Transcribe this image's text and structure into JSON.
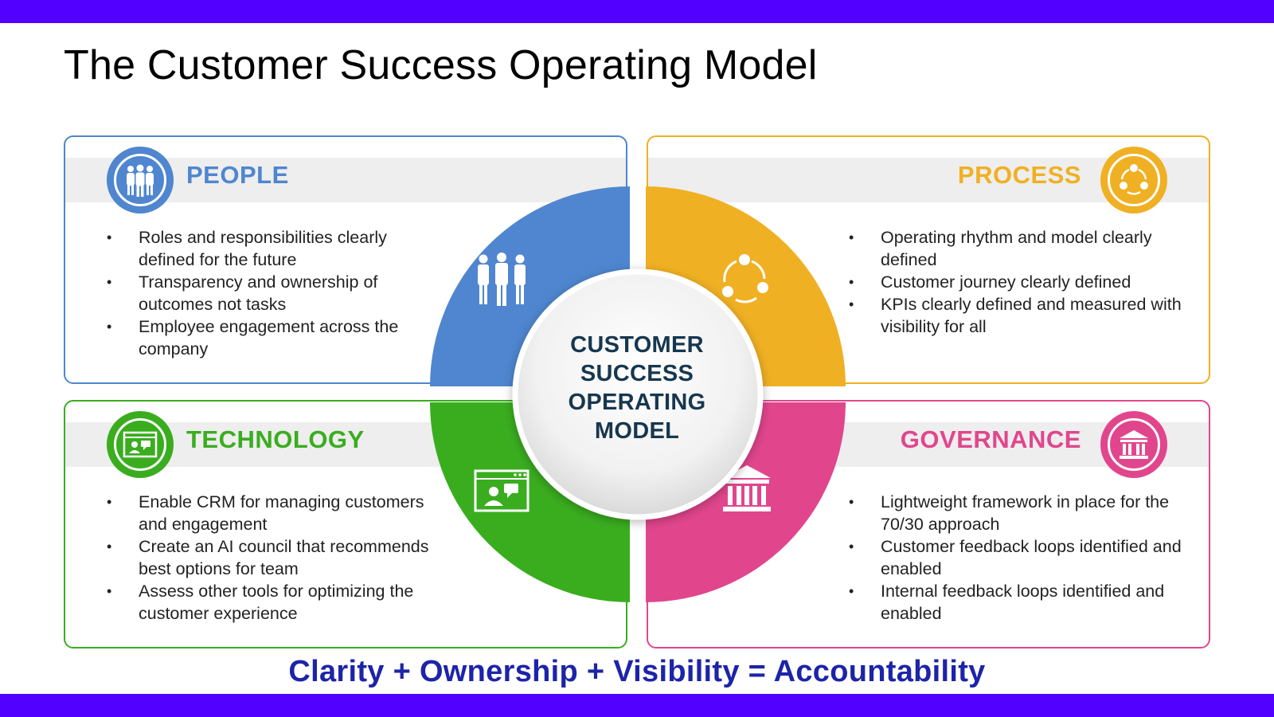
{
  "title": "The Customer Success Operating Model",
  "center": {
    "lines": [
      "CUSTOMER",
      "SUCCESS",
      "OPERATING",
      "MODEL"
    ]
  },
  "quadrants": {
    "people": {
      "heading": "PEOPLE",
      "color": "#4f86cf",
      "icon": "people-icon",
      "bullets": [
        "Roles and responsibilities clearly defined for the future",
        "Transparency and ownership of outcomes not tasks",
        "Employee engagement across the company"
      ]
    },
    "process": {
      "heading": "PROCESS",
      "color": "#f0b023",
      "icon": "cycle-icon",
      "bullets": [
        "Operating rhythm and model clearly defined",
        "Customer journey clearly defined",
        "KPIs clearly defined and measured with visibility for all"
      ]
    },
    "technology": {
      "heading": "TECHNOLOGY",
      "color": "#3aad1f",
      "icon": "video-chat-icon",
      "bullets": [
        "Enable CRM for managing customers and engagement",
        "Create an AI council that recommends best options for team",
        "Assess other tools for optimizing the customer experience"
      ]
    },
    "governance": {
      "heading": "GOVERNANCE",
      "color": "#e1468d",
      "icon": "institution-icon",
      "bullets": [
        "Lightweight framework in place for the 70/30 approach",
        "Customer feedback loops identified and enabled",
        "Internal feedback loops identified and enabled"
      ]
    }
  },
  "tagline": "Clarity + Ownership + Visibility = Accountability",
  "colors": {
    "accent_bar": "#5200ff",
    "tagline": "#1d24a8",
    "center_text": "#17374f"
  }
}
